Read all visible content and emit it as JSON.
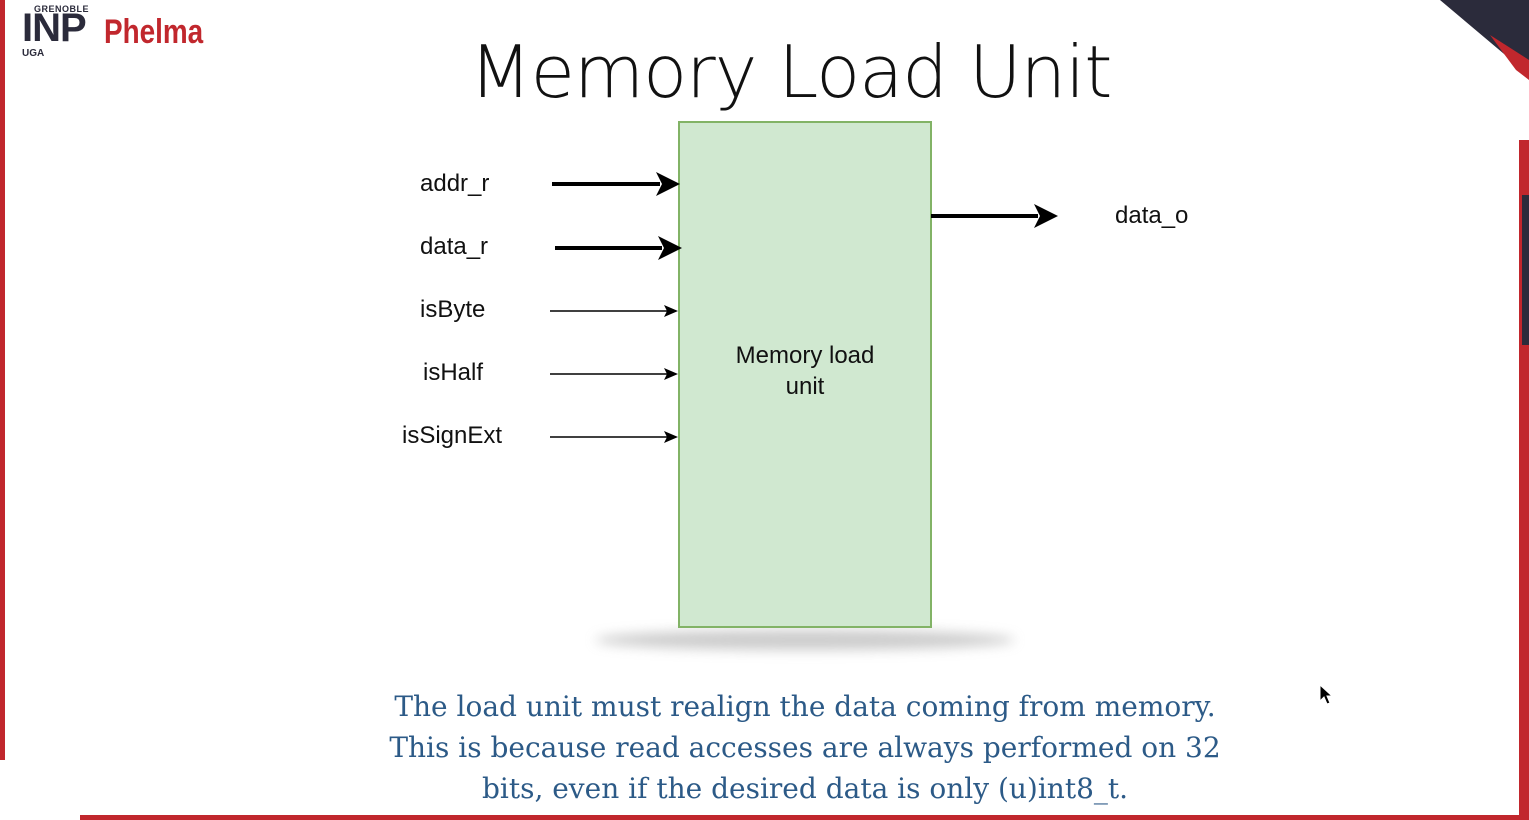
{
  "logo": {
    "top_text": "GRENOBLE",
    "main_text": "INP",
    "brand_text": "Phelma",
    "sub_text": "UGA"
  },
  "slide": {
    "title": "Memory Load Unit"
  },
  "diagram": {
    "block_label_line1": "Memory load",
    "block_label_line2": "unit",
    "inputs": [
      {
        "label": "addr_r",
        "bus": true
      },
      {
        "label": "data_r",
        "bus": true
      },
      {
        "label": "isByte",
        "bus": false
      },
      {
        "label": "isHalf",
        "bus": false
      },
      {
        "label": "isSignExt",
        "bus": false
      }
    ],
    "outputs": [
      {
        "label": "data_o",
        "bus": true
      }
    ],
    "block_fill": "#d0e8d0",
    "block_stroke": "#82b366"
  },
  "caption": {
    "line1": "The load unit must realign the data coming from memory.",
    "line2": "This is because read accesses are always performed on 32",
    "line3": "bits, even if the desired data is only (u)int8_t."
  },
  "colors": {
    "accent_red": "#c1272d",
    "navy": "#2b2b3b",
    "caption_blue": "#2c5a87"
  }
}
